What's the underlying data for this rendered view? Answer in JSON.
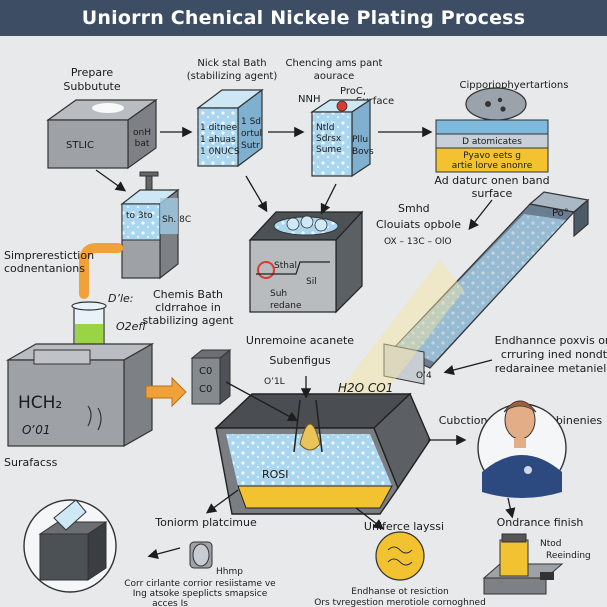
{
  "title": "Uniorrn Chenical Nickele Plating Process",
  "labels": {
    "prepare": [
      "Prepare",
      "Subbutute"
    ],
    "stlic": "STLIC",
    "onh_bat": [
      "onH",
      "bat"
    ],
    "nick_bath": [
      "Nick stal Bath",
      "(stabilizing agent)"
    ],
    "tank_text_a": [
      "1 ditnee",
      "1 ahuas",
      "1 0NUCS"
    ],
    "tank_text_b": [
      "1 Sd",
      "ortul",
      "Sutr"
    ],
    "chencing": [
      "Chencing ams pant",
      "aourace"
    ],
    "nnh": "NNH",
    "proc": "ProC,",
    "surface": "Surface",
    "tank_c_text": [
      "Ntld",
      "Sdrsx",
      "Sume",
      "Pllu",
      "Bovs"
    ],
    "cipporio": "Cipporiophyertartions",
    "layer_a": "D atomicates",
    "layer_b": [
      "Pyavo eets g",
      "artie lorve anonre"
    ],
    "ad_daturc": [
      "Ad daturc onen band",
      "surface"
    ],
    "tank_d_text": [
      "to 3to",
      "Sh. 8C"
    ],
    "simpre": [
      "Simprerestiction",
      "codnentanions"
    ],
    "smhd": [
      "Smhd",
      "Clouiats opbole"
    ],
    "formula_row": "OX – 13C – OlO",
    "po": "Po°",
    "dle": "D’le:",
    "oefl": "O2efl",
    "chemis": [
      "Chemis Bath",
      "cldrrahoe in",
      "stabilizing agent"
    ],
    "mid_tank_text": [
      "Sthal",
      "Sil",
      "Suh",
      "redane"
    ],
    "unremoine": "Unremoine acanete",
    "subenfigus": "Subenfigus",
    "endhance_r": [
      "Endhannce poxvis orf",
      "crruring ined nondt",
      "redarainee metanieln"
    ],
    "hch2": "HCH₂",
    "o1": "Oʼ01",
    "co_a": "C0",
    "co_b": "C0",
    "o1l": "Oʼ1L",
    "h2o": "H2O CO1",
    "o4": "Oʼ4",
    "surfacss": "Surafacss",
    "cubctions": "Cubctions",
    "subinenies": "Subinenies",
    "ondrance": "Ondrance finish",
    "ntod": [
      "Ntod",
      "Reeinding"
    ],
    "rosi": "ROSI",
    "tonirom": "Toniorm platcimue",
    "uniferce": "Uniferce layssi",
    "hhmp": "Hhmp",
    "corr": [
      "Corr cirlante corrior resiistame ve",
      "Ing atsoke speplicts smapsice",
      "acces Is"
    ],
    "endhanse_b": [
      "Endhanse ot resiction",
      "Ors tvregestion merotiole cornoghned"
    ]
  },
  "icons": [
    "tank-icon",
    "faucet-icon",
    "beaker-icon",
    "wrench-icon",
    "person-icon",
    "jar-icon",
    "coin-icon"
  ],
  "colors": {
    "title_bg": "#3d4d63",
    "water": "#a9d6ee",
    "orange": "#f0a13a",
    "gold": "#f2c230",
    "gray": "#6b6f73",
    "green": "#9ad343",
    "navy": "#2c4a80"
  }
}
